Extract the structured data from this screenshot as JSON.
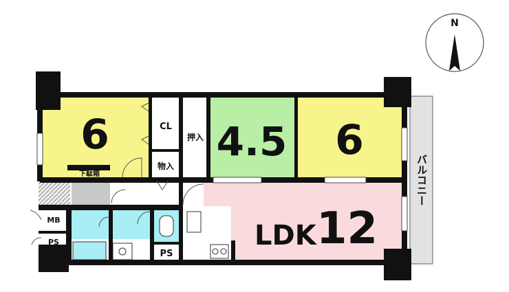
{
  "compass": {
    "north_label": "N"
  },
  "rooms": {
    "western_left": {
      "size": "6",
      "color": "#f7f48c"
    },
    "japanese": {
      "size": "4.5",
      "color": "#b9eea6"
    },
    "western_right": {
      "size": "6",
      "color": "#f7f48c"
    },
    "ldk": {
      "prefix": "LDK",
      "size": "12",
      "color": "#fadbdd"
    }
  },
  "labels": {
    "closet": "CL",
    "oshiire": "押入",
    "storage": "物入",
    "shoe_box": "下駄箱",
    "balcony": "バルコニー",
    "mb": "MB",
    "ps_left": "PS",
    "ps_right": "PS"
  },
  "colors": {
    "wall": "#111111",
    "wet_area": "#a8eef4",
    "entrance": "#c8c8c8",
    "balcony": "#e2e2e2"
  }
}
